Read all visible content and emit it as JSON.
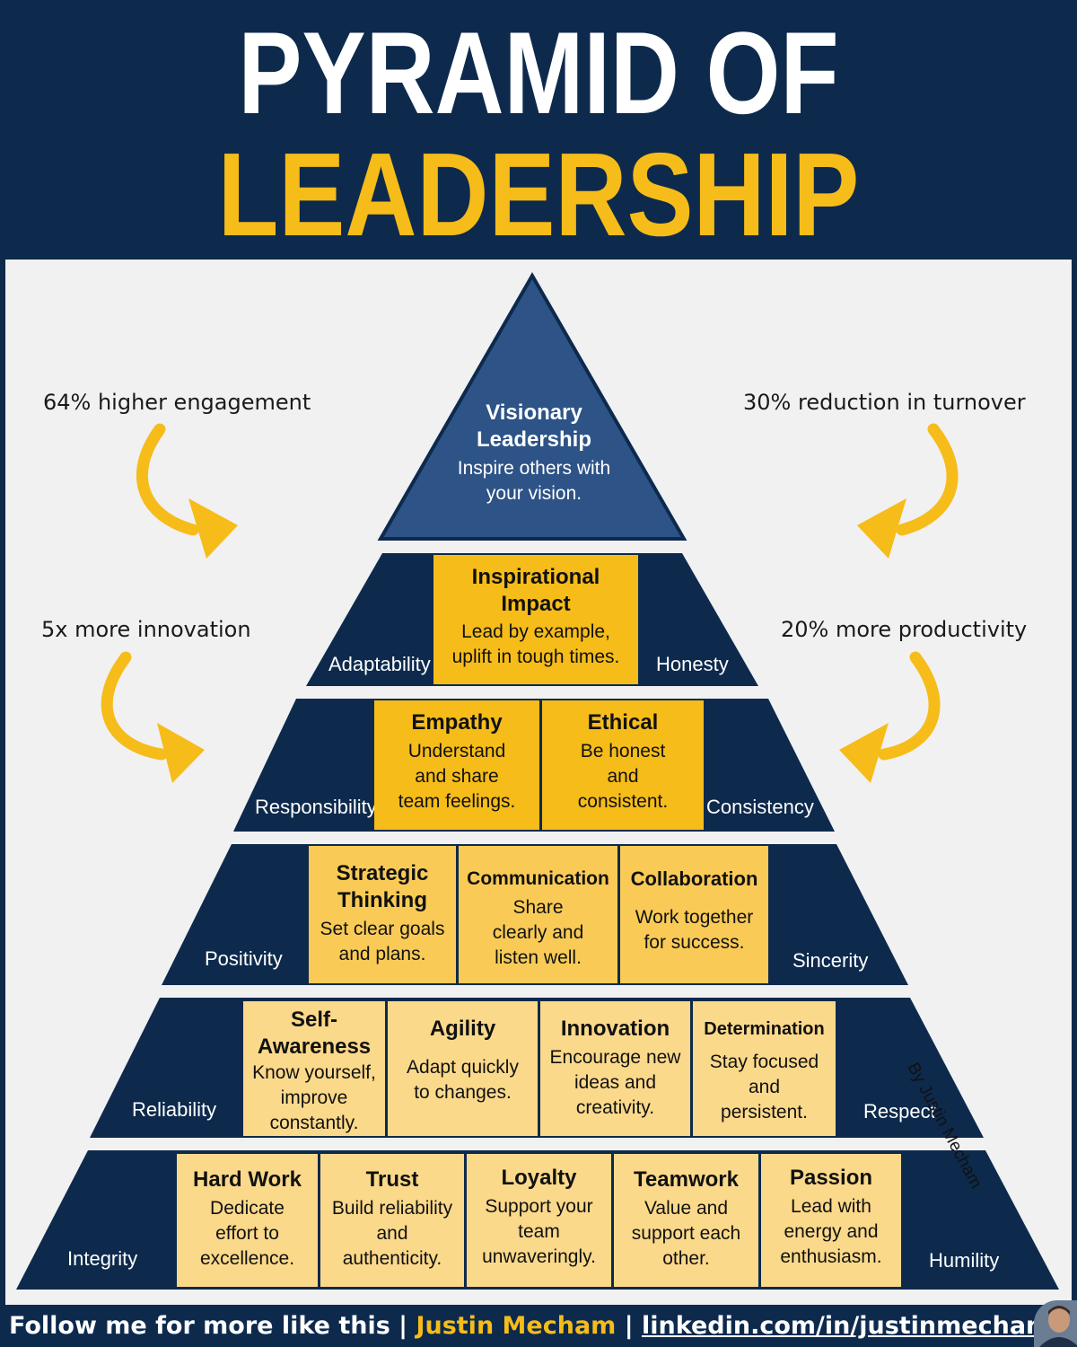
{
  "header": {
    "title_line1": "PYRAMID OF",
    "title_line2": "LEADERSHIP"
  },
  "stats": {
    "top_left": "64% higher engagement",
    "top_right": "30% reduction in turnover",
    "mid_left": "5x more innovation",
    "mid_right": "20% more productivity"
  },
  "pyramid": {
    "tier1": {
      "title": "Visionary Leadership",
      "desc": "Inspire others with your vision."
    },
    "tier2": {
      "left": "Adaptability",
      "right": "Honesty",
      "cells": [
        {
          "title": "Inspirational Impact",
          "desc": "Lead by example, uplift in tough times."
        }
      ]
    },
    "tier3": {
      "left": "Responsibility",
      "right": "Consistency",
      "cells": [
        {
          "title": "Empathy",
          "desc": "Understand and share team feelings."
        },
        {
          "title": "Ethical",
          "desc": "Be honest and consistent."
        }
      ]
    },
    "tier4": {
      "left": "Positivity",
      "right": "Sincerity",
      "cells": [
        {
          "title": "Strategic Thinking",
          "desc": "Set clear goals and plans."
        },
        {
          "title": "Communication",
          "desc": "Share clearly and listen well."
        },
        {
          "title": "Collaboration",
          "desc": "Work together for success."
        }
      ]
    },
    "tier5": {
      "left": "Reliability",
      "right": "Respect",
      "cells": [
        {
          "title": "Self-Awareness",
          "desc": "Know yourself, improve constantly."
        },
        {
          "title": "Agility",
          "desc": "Adapt quickly to changes."
        },
        {
          "title": "Innovation",
          "desc": "Encourage new ideas and creativity."
        },
        {
          "title": "Determination",
          "desc": "Stay focused and persistent."
        }
      ]
    },
    "tier6": {
      "left": "Integrity",
      "right": "Humility",
      "cells": [
        {
          "title": "Hard Work",
          "desc": "Dedicate effort to excellence."
        },
        {
          "title": "Trust",
          "desc": "Build reliability and authenticity."
        },
        {
          "title": "Loyalty",
          "desc": "Support your team unwaveringly."
        },
        {
          "title": "Teamwork",
          "desc": "Value and support each other."
        },
        {
          "title": "Passion",
          "desc": "Lead with energy and enthusiasm."
        }
      ]
    }
  },
  "credit": "By Justin Mecham",
  "footer": {
    "prefix": "Follow me for more like this | ",
    "name": "Justin Mecham",
    "sep": " | ",
    "link": "linkedin.com/in/justinmecham"
  },
  "colors": {
    "navy": "#0d2a4d",
    "tip_blue": "#2d5387",
    "gold": "#f6bc19",
    "gold_mid": "#f9cb56",
    "gold_light": "#fbd98a",
    "panel": "#f1f1f2"
  }
}
